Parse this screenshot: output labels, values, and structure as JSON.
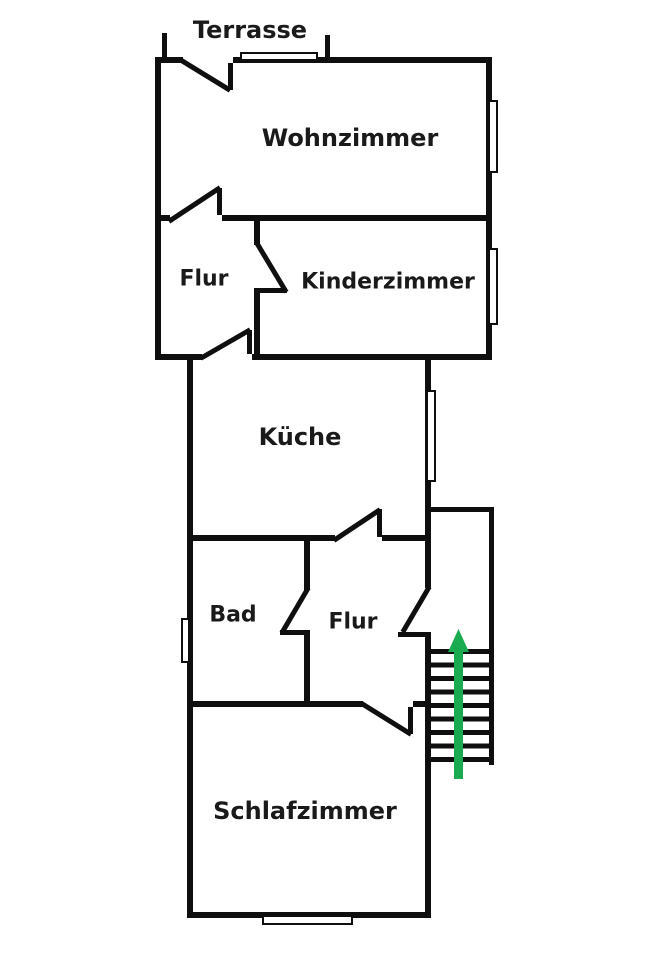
{
  "floor_plan": {
    "labels": [
      {
        "id": "terrasse",
        "name": "Terrasse"
      },
      {
        "id": "wohnzimmer",
        "name": "Wohnzimmer"
      },
      {
        "id": "flur_upper",
        "name": "Flur"
      },
      {
        "id": "kinderzimmer",
        "name": "Kinderzimmer"
      },
      {
        "id": "kueche",
        "name": "Küche"
      },
      {
        "id": "bad",
        "name": "Bad"
      },
      {
        "id": "flur_lower",
        "name": "Flur"
      },
      {
        "id": "schlafzimmer",
        "name": "Schlafzimmer"
      }
    ],
    "stairs": {
      "tread_count": 9,
      "arrow_direction": "up"
    },
    "colors": {
      "wall": "#0f0f0f",
      "window_fill": "#ffffff",
      "arrow_green": "#1aaa50",
      "text": "#1a1a1a",
      "background": "#ffffff"
    }
  }
}
